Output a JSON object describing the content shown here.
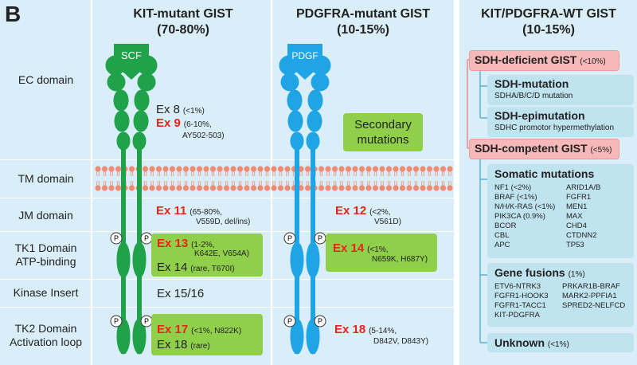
{
  "panel_letter": "B",
  "columns": {
    "kit": {
      "title": "KIT-mutant GIST",
      "freq": "(70-80%)",
      "ligand": "SCF"
    },
    "pdgfra": {
      "title": "PDGFRA-mutant GIST",
      "freq": "(10-15%)",
      "ligand": "PDGF"
    },
    "wt": {
      "title": "KIT/PDGFRA-WT GIST",
      "freq": "(10-15%)"
    }
  },
  "rows": {
    "ec": "EC domain",
    "tm": "TM domain",
    "jm": "JM domain",
    "tk1": "TK1 Domain",
    "tk1_sub": "ATP-binding",
    "ki": "Kinase Insert",
    "tk2": "TK2 Domain",
    "tk2_sub": "Activation loop"
  },
  "phospho_label": "P",
  "kit": {
    "ex8": {
      "name": "Ex 8",
      "freq": "(<1%)"
    },
    "ex9": {
      "name": "Ex 9",
      "freq": "(6-10%,",
      "detail": "AY502-503)"
    },
    "ex11": {
      "name": "Ex 11",
      "freq": "(65-80%,",
      "detail": "V559D, del/ins)"
    },
    "ex13": {
      "name": "Ex 13",
      "freq": "(1-2%,",
      "detail": "K642E, V654A)"
    },
    "ex14": {
      "name": "Ex 14",
      "freq": "(rare, T670I)"
    },
    "ex1516": "Ex 15/16",
    "ex17": {
      "name": "Ex 17",
      "freq": "(<1%, N822K)"
    },
    "ex18": {
      "name": "Ex 18",
      "freq": "(rare)"
    }
  },
  "pdgfra": {
    "secondary_line1": "Secondary",
    "secondary_line2": "mutations",
    "ex12": {
      "name": "Ex 12",
      "freq": "(<2%,",
      "detail": "V561D)"
    },
    "ex14": {
      "name": "Ex 14",
      "freq": "(<1%,",
      "detail": "N659K, H687Y)"
    },
    "ex18": {
      "name": "Ex 18",
      "freq": "(5-14%,",
      "detail": "D842V, D843Y)"
    }
  },
  "wt": {
    "sdh_deficient": {
      "title": "SDH-deficient GIST",
      "freq": "(<10%)"
    },
    "sdh_mutation": {
      "title": "SDH-mutation",
      "sub": "SDHA/B/C/D mutation"
    },
    "sdh_epimutation": {
      "title": "SDH-epimutation",
      "sub": "SDHC promotor hypermethylation"
    },
    "sdh_competent": {
      "title": "SDH-competent GIST",
      "freq": "(<5%)"
    },
    "somatic": {
      "title": "Somatic mutations",
      "left": [
        "NF1 (<2%)",
        "BRAF (<1%)",
        "N/H/K-RAS (<1%)",
        "PIK3CA (0.9%)",
        "BCOR",
        "CBL",
        "APC"
      ],
      "right": [
        "ARID1A/B",
        "FGFR1",
        "MEN1",
        "MAX",
        "CHD4",
        "CTDNN2",
        "TP53"
      ]
    },
    "fusions": {
      "title": "Gene fusions",
      "freq": "(1%)",
      "left": [
        "ETV6-NTRK3",
        "FGFR1-HOOK3",
        "FGFR1-TACC1",
        "KIT-PDGFRA"
      ],
      "right": [
        "PRKAR1B-BRAF",
        "MARK2-PPFIA1",
        "SPRED2-NELFCD"
      ]
    },
    "unknown": {
      "title": "Unknown",
      "freq": "(<1%)"
    }
  },
  "colors": {
    "panel_bg": "#d9eef8",
    "kit_green": "#1fa24a",
    "pdgfra_blue": "#1fa5e6",
    "membrane": "#f08a72",
    "highlight_green": "#8fcf4a",
    "sdh_pink": "#f6b8b8",
    "wt_box": "#bfe3ef",
    "exon_red": "#e8231a"
  }
}
